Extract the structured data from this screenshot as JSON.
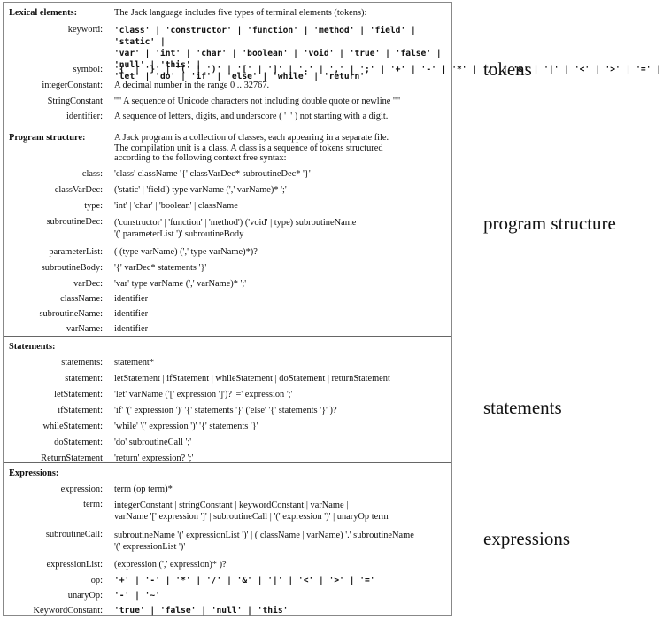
{
  "sections": [
    {
      "id": "lexical",
      "heading": "Lexical elements:",
      "intro": "The Jack language includes five types of terminal elements (tokens):",
      "rows": [
        {
          "label": "keyword:",
          "value": "'class' | 'constructor' | 'function' | 'method' | 'field' | 'static' |\n'var' | 'int' | 'char' | 'boolean' | 'void' | 'true' | 'false' | 'null' | 'this' |\n'let' | 'do' | 'if' | 'else' | 'while' | 'return'",
          "mono": true
        },
        {
          "label": "symbol:",
          "value": "'{' | '}' | '(' | ')' | '[' | ']' | '.' | ',' | ';' | '+' | '-' | '*' | '/' | '&' | '|' | '<' | '>' | '=' | '~'",
          "mono": true
        },
        {
          "label": "integerConstant:",
          "value": "A decimal number in the range 0 .. 32767."
        },
        {
          "label": "StringConstant",
          "value": "'\"' A sequence of Unicode characters not including double quote or newline '\"'"
        },
        {
          "label": "identifier:",
          "value": "A sequence of letters, digits, and underscore ( '_' ) not starting with a digit."
        }
      ]
    },
    {
      "id": "program",
      "heading": "Program structure:",
      "intro": "A Jack program is a collection of classes, each appearing in a separate file.\nThe compilation unit is a class. A class is a sequence of tokens structured\naccording to the following context free syntax:",
      "rows": [
        {
          "label": "class:",
          "value": "'class' className '{' classVarDec* subroutineDec* '}'"
        },
        {
          "label": "classVarDec:",
          "value": "('static' | 'field') type varName (',' varName)* ';'"
        },
        {
          "label": "type:",
          "value": "'int' | 'char' | 'boolean' | className"
        },
        {
          "label": "subroutineDec:",
          "value": "('constructor' | 'function' | 'method') ('void' | type) subroutineName\n'(' parameterList ')' subroutineBody"
        },
        {
          "label": "parameterList:",
          "value": "( (type varName) (',' type varName)*)?"
        },
        {
          "label": "subroutineBody:",
          "value": "'{' varDec* statements '}'"
        },
        {
          "label": "varDec:",
          "value": "'var' type varName (',' varName)* ';'"
        },
        {
          "label": "className:",
          "value": "identifier"
        },
        {
          "label": "subroutineName:",
          "value": "identifier"
        },
        {
          "label": "varName:",
          "value": "identifier"
        }
      ]
    },
    {
      "id": "statements",
      "heading": "Statements:",
      "intro": "",
      "rows": [
        {
          "label": "statements:",
          "value": "statement*"
        },
        {
          "label": "statement:",
          "value": "letStatement | ifStatement | whileStatement | doStatement | returnStatement"
        },
        {
          "label": "letStatement:",
          "value": "'let' varName ('[' expression ']')? '=' expression ';'"
        },
        {
          "label": "ifStatement:",
          "value": "'if' '(' expression ')' '{' statements '}' ('else' '{' statements '}' )?"
        },
        {
          "label": "whileStatement:",
          "value": "'while' '(' expression ')' '{' statements '}'"
        },
        {
          "label": "doStatement:",
          "value": "'do' subroutineCall ';'"
        },
        {
          "label": "ReturnStatement",
          "value": "'return' expression? ';'"
        }
      ]
    },
    {
      "id": "expressions",
      "heading": "Expressions:",
      "intro": "",
      "rows": [
        {
          "label": "expression:",
          "value": "term (op term)*"
        },
        {
          "label": "term:",
          "value": "integerConstant | stringConstant | keywordConstant | varName |\nvarName '[' expression ']' | subroutineCall | '(' expression ')' | unaryOp term"
        },
        {
          "label": "subroutineCall:",
          "value": "subroutineName '(' expressionList ')' | ( className | varName) '.' subroutineName\n'(' expressionList ')'"
        },
        {
          "label": "expressionList:",
          "value": "(expression (',' expression)* )?"
        },
        {
          "label": "op:",
          "value": "'+' | '-' | '*' | '/' | '&' | '|' | '<' | '>' | '='",
          "mono": true
        },
        {
          "label": "unaryOp:",
          "value": "'-' | '~'",
          "mono": true
        },
        {
          "label": "KeywordConstant:",
          "value": "'true' | 'false' | 'null' | 'this'",
          "mono": true
        }
      ]
    }
  ],
  "side_labels": {
    "tokens": "tokens",
    "program": "program structure",
    "statements": "statements",
    "expressions": "expressions"
  }
}
